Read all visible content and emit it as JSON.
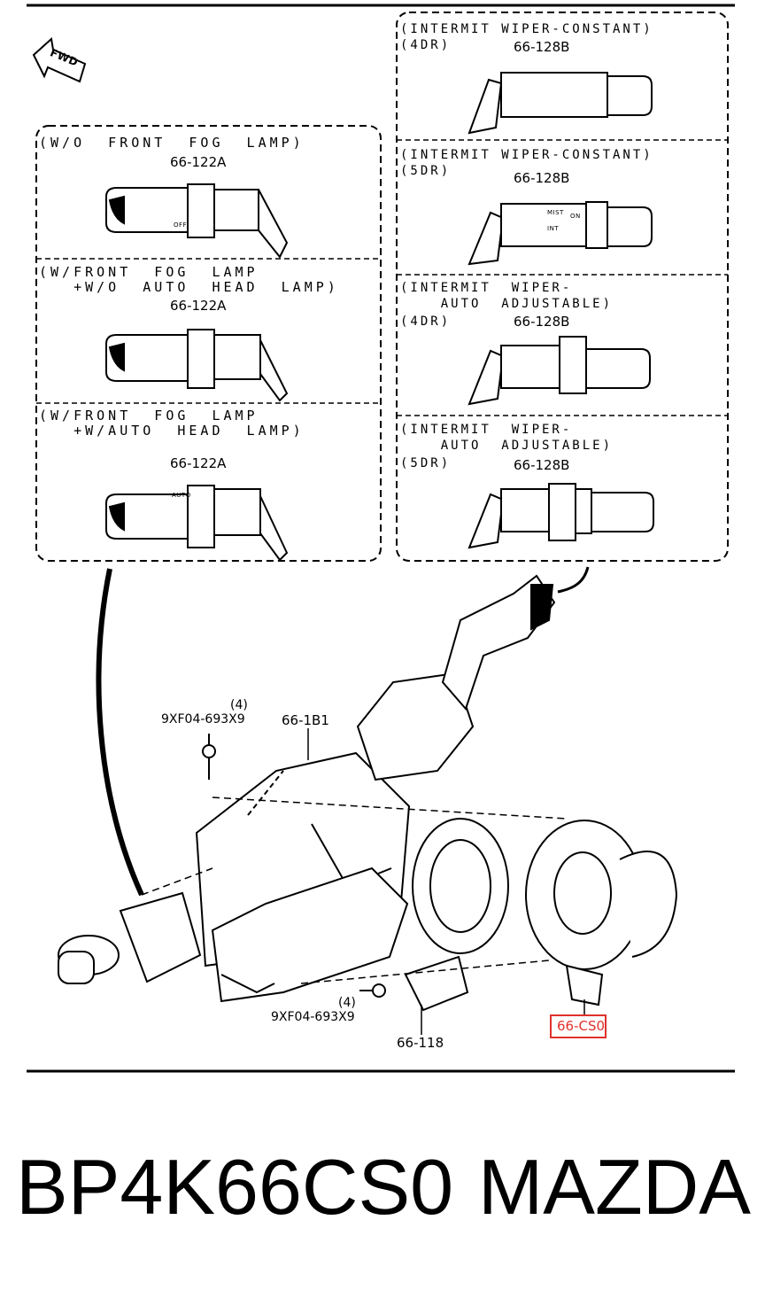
{
  "fwd_label": "FWD",
  "panels_left": [
    {
      "caption_line1": "(W/O  FRONT  FOG  LAMP)",
      "caption_line2": "",
      "part": "66-122A"
    },
    {
      "caption_line1": "(W/FRONT  FOG  LAMP",
      "caption_line2": "   +W/O  AUTO  HEAD  LAMP)",
      "part": "66-122A"
    },
    {
      "caption_line1": "(W/FRONT  FOG  LAMP",
      "caption_line2": "   +W/AUTO  HEAD  LAMP)",
      "part": "66-122A"
    }
  ],
  "panels_right": [
    {
      "caption_line1": "(INTERMIT WIPER-CONSTANT)",
      "caption_line2": "(4DR)",
      "part": "66-128B"
    },
    {
      "caption_line1": "(INTERMIT WIPER-CONSTANT)",
      "caption_line2": "(5DR)",
      "part": "66-128B"
    },
    {
      "caption_line1": "(INTERMIT  WIPER-",
      "caption_line2": "    AUTO  ADJUSTABLE)",
      "caption_line3": "(4DR)",
      "part": "66-128B"
    },
    {
      "caption_line1": "(INTERMIT  WIPER-",
      "caption_line2": "    AUTO  ADJUSTABLE)",
      "caption_line3": "(5DR)",
      "part": "66-128B"
    }
  ],
  "callouts": {
    "screw_top_qty": "(4)",
    "screw_top_part": "9XF04-693X9",
    "cover_upper": "66-1B1",
    "screw_bottom_qty": "(4)",
    "screw_bottom_part": "9XF04-693X9",
    "cover_lower": "66-118",
    "clock_spring": "66-CS0"
  },
  "switch_markings": {
    "off": "OFF",
    "auto": "AUTO",
    "mist": "MIST",
    "int": "INT",
    "on": "ON"
  },
  "footer": {
    "part_code": "BP4K66CS0",
    "brand": "MAZDA"
  },
  "colors": {
    "highlight": "#e0312c",
    "line": "#000000",
    "background": "#ffffff"
  }
}
